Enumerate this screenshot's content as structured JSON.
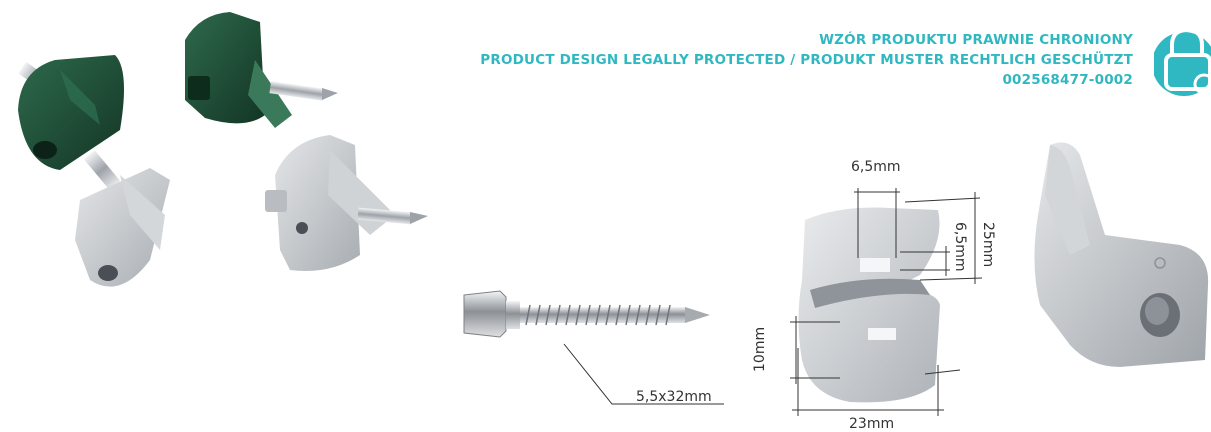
{
  "notice": {
    "line1": "WZÓR PRODUKTU PRAWNIE CHRONIONY",
    "line2": "PRODUCT DESIGN LEGALLY PROTECTED /  PRODUKT MUSTER RECHTLICH GESCHÜTZT",
    "line3": "002568477-0002"
  },
  "dimensions": {
    "screw": "5,5x32mm",
    "clip_width": "23mm",
    "clip_height": "10mm",
    "slot_width": "6,5mm",
    "slot_height": "6,5mm",
    "clip_total": "25mm"
  },
  "colors": {
    "accent": "#2fb8c2",
    "green_clip": "#1f4a35",
    "grey_clip": "#c9ccd0"
  }
}
